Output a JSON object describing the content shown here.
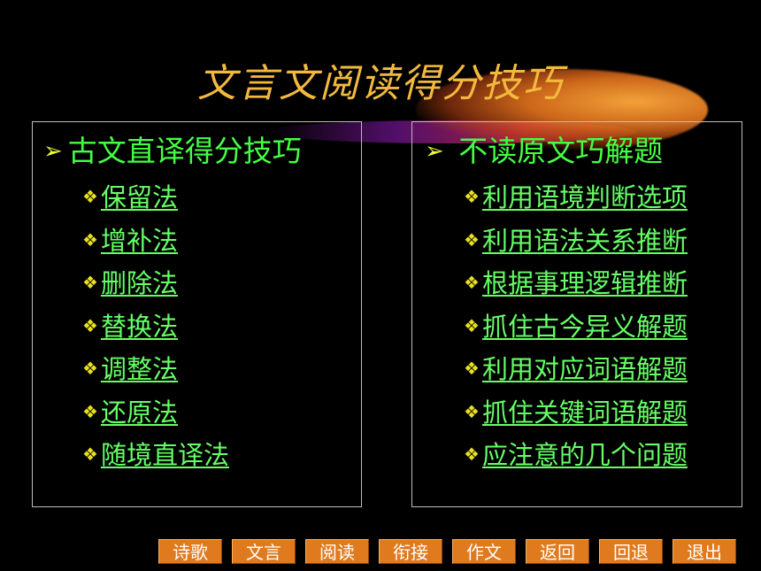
{
  "title": "文言文阅读得分技巧",
  "left_panel": {
    "heading": "古文直译得分技巧",
    "items": [
      "保留法",
      "增补法",
      "删除法",
      "替换法",
      "调整法",
      "还原法",
      "随境直译法"
    ]
  },
  "right_panel": {
    "heading": "不读原文巧解题",
    "items": [
      "利用语境判断选项",
      "利用语法关系推断",
      "根据事理逻辑推断",
      "抓住古今异义解题",
      "利用对应词语解题",
      "抓住关键词语解题",
      "应注意的几个问题"
    ]
  },
  "nav": [
    "诗歌",
    "文言",
    "阅读",
    "衔接",
    "作文",
    "返回",
    "回退",
    "退出"
  ],
  "colors": {
    "title": "#f3b93e",
    "heading": "#44ff44",
    "link": "#66ff66",
    "button": "#e07a1e"
  },
  "icons": {
    "heading_bullet": "arrow-bullet-icon",
    "item_bullet": "diamond-bullet-icon"
  }
}
